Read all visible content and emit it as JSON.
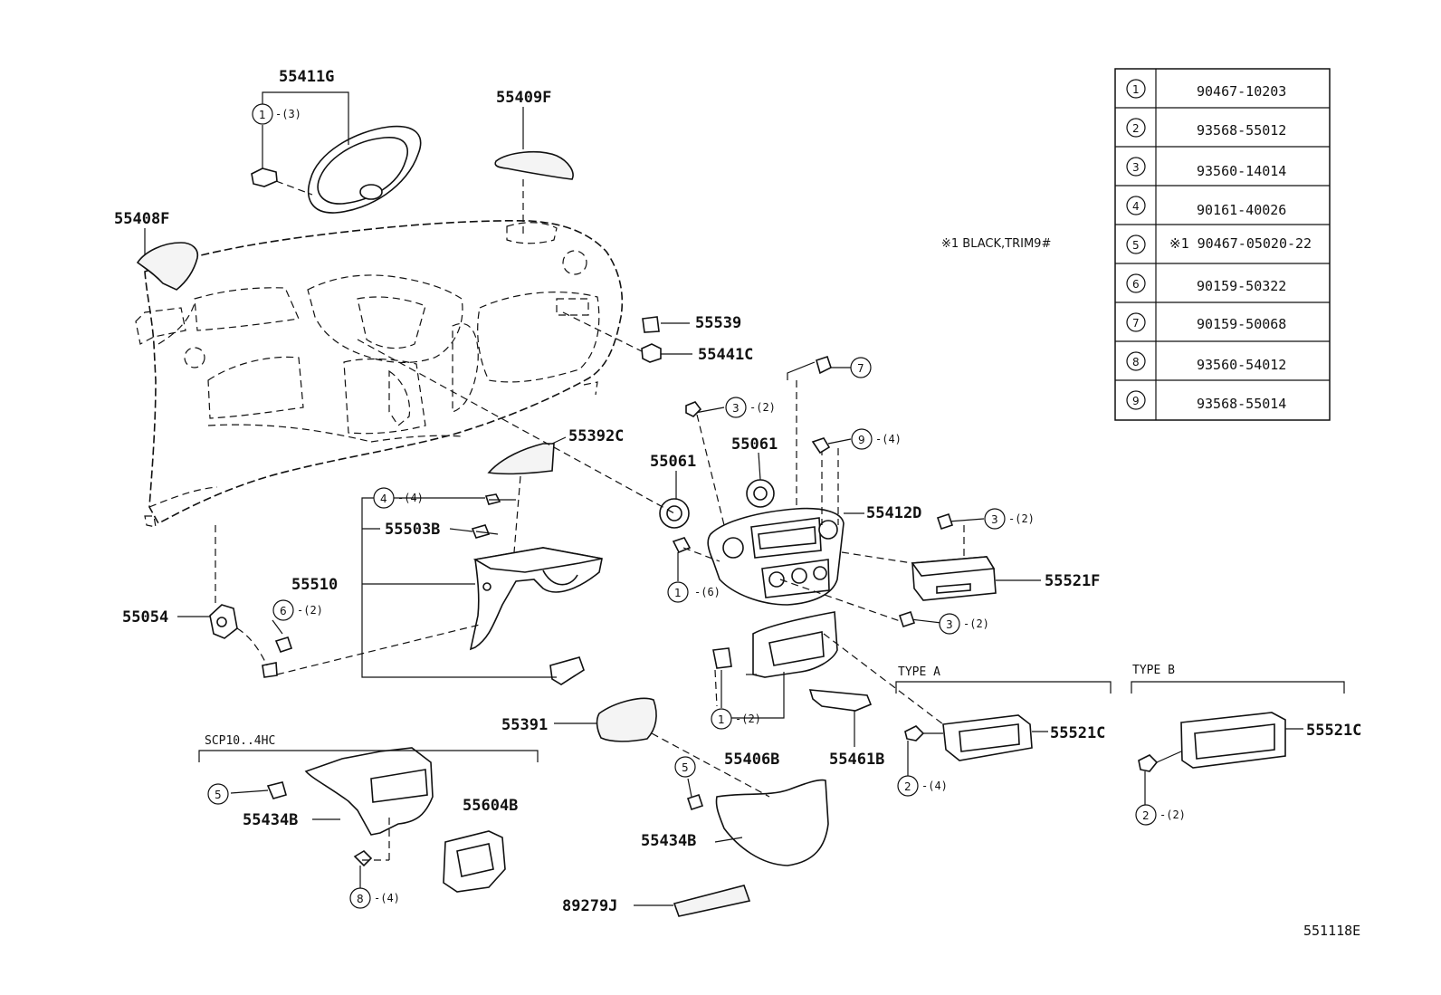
{
  "labels": {
    "p55411G": "55411G",
    "p55409F": "55409F",
    "p55408F": "55408F",
    "p55539": "55539",
    "p55441C": "55441C",
    "p55392C": "55392C",
    "p55061a": "55061",
    "p55061b": "55061",
    "p55412D": "55412D",
    "p55503B": "55503B",
    "p55510": "55510",
    "p55054": "55054",
    "p55521F": "55521F",
    "p55391": "55391",
    "p55406B": "55406B",
    "p55461B": "55461B",
    "p55521C_a": "55521C",
    "p55521C_b": "55521C",
    "p55434B_a": "55434B",
    "p55434B_b": "55434B",
    "p55604B": "55604B",
    "p89279J": "89279J"
  },
  "callouts": [
    {
      "num": "1",
      "qty": "-(3)"
    },
    {
      "num": "4",
      "qty": "-(4)"
    },
    {
      "num": "6",
      "qty": "-(2)"
    },
    {
      "num": "3",
      "qty": "-(2)"
    },
    {
      "num": "7",
      "qty": ""
    },
    {
      "num": "9",
      "qty": "-(4)"
    },
    {
      "num": "3",
      "qty": "-(2)"
    },
    {
      "num": "1",
      "qty": "-(6)"
    },
    {
      "num": "3",
      "qty": "-(2)"
    },
    {
      "num": "1",
      "qty": "-(2)"
    },
    {
      "num": "2",
      "qty": "-(4)"
    },
    {
      "num": "5",
      "qty": ""
    },
    {
      "num": "5",
      "qty": ""
    },
    {
      "num": "8",
      "qty": "-(4)"
    },
    {
      "num": "2",
      "qty": "-(2)"
    }
  ],
  "groups": {
    "type_a": "TYPE A",
    "type_b": "TYPE B",
    "scp": "SCP10..4HC"
  },
  "note": "※1  BLACK,TRIM9#",
  "table": [
    {
      "num": "1",
      "part": "90467-10203"
    },
    {
      "num": "2",
      "part": "93568-55012"
    },
    {
      "num": "3",
      "part": "93560-14014"
    },
    {
      "num": "4",
      "part": "90161-40026"
    },
    {
      "num": "5",
      "part": "※1 90467-05020-22"
    },
    {
      "num": "6",
      "part": "90159-50322"
    },
    {
      "num": "7",
      "part": "90159-50068"
    },
    {
      "num": "8",
      "part": "93560-54012"
    },
    {
      "num": "9",
      "part": "93568-55014"
    }
  ],
  "diagram_id": "551118E"
}
